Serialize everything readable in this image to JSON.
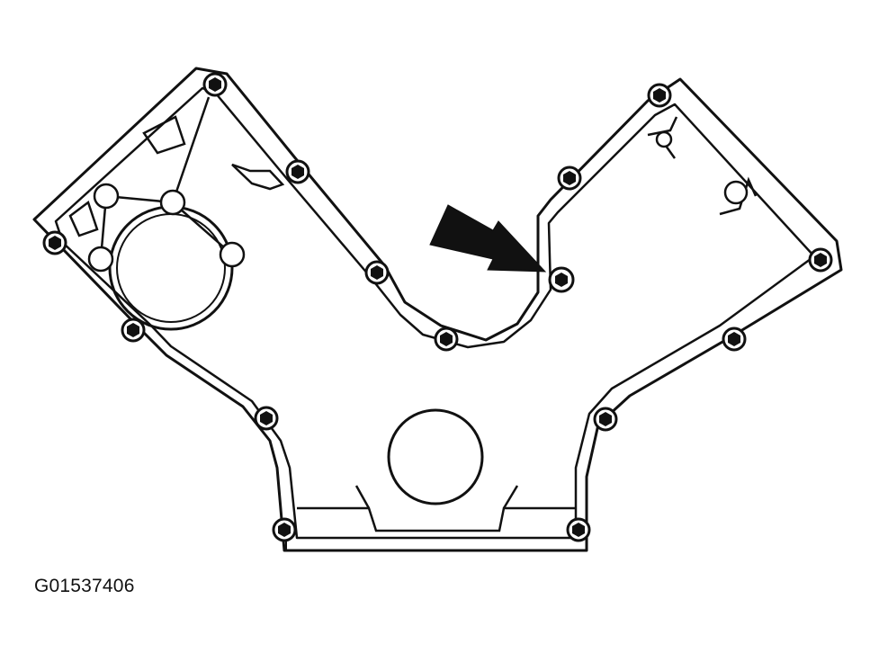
{
  "figure": {
    "caption": "G01537406",
    "colors": {
      "ink": "#111111",
      "paper": "#ffffff",
      "arrow": "#111111"
    },
    "components": {
      "cover": "timing-cover-outline-icon",
      "gasket": "gasket-channel-icon",
      "bolt": "bolt-hex-icon",
      "pulley_bore": "pulley-bore-icon",
      "arrow": "callout-arrow-icon"
    },
    "bolt_count": 15,
    "highlighted_bolt": "bolt-right-inner-upper"
  }
}
